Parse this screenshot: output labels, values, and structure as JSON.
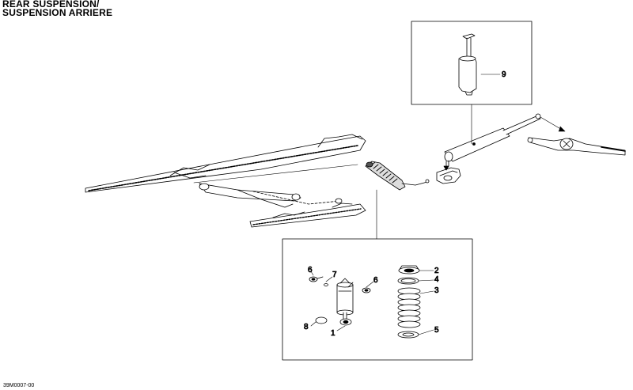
{
  "title": {
    "line1": "REAR SUSPENSION/",
    "line2": "SUSPENSION ARRIERE"
  },
  "reference_code": "39M0007-00",
  "callouts": [
    "9",
    "2",
    "4",
    "3",
    "5",
    "6",
    "7",
    "6",
    "8",
    "1"
  ]
}
